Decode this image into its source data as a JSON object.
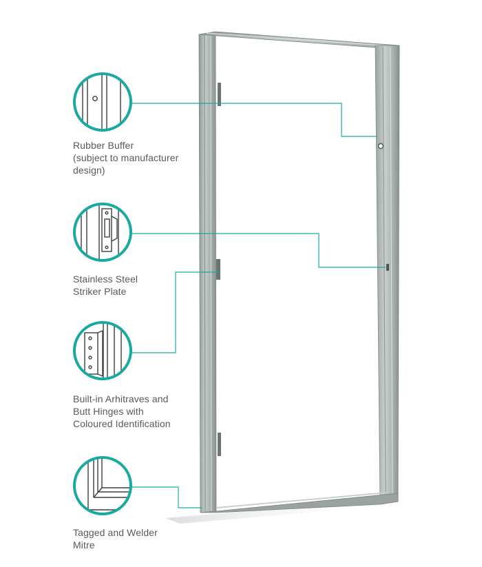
{
  "accent_color": "#1aa9a0",
  "frame_color": "#a9b2b0",
  "callouts": [
    {
      "id": "rubber-buffer",
      "icon": "rubber-buffer-detail-icon",
      "lines": [
        "Rubber Buffer",
        "(subject to manufacturer",
        "design)"
      ]
    },
    {
      "id": "striker-plate",
      "icon": "striker-plate-detail-icon",
      "lines": [
        "Stainless Steel",
        "Striker Plate"
      ]
    },
    {
      "id": "hinges",
      "icon": "butt-hinge-detail-icon",
      "lines": [
        "Built-in Arhitraves and",
        "Butt Hinges with",
        "Coloured Identification"
      ]
    },
    {
      "id": "mitre",
      "icon": "welded-mitre-detail-icon",
      "lines": [
        "Tagged and Welder",
        "Mitre"
      ]
    }
  ]
}
